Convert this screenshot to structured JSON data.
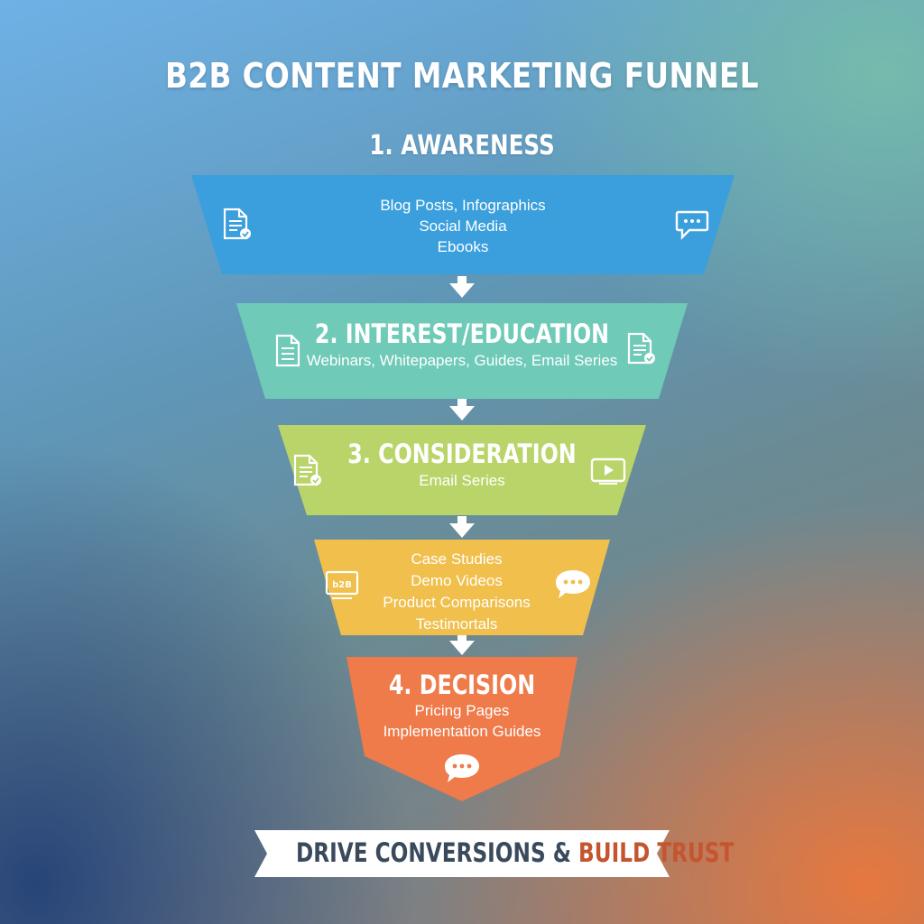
{
  "title": "B2B CONTENT MARKETING FUNNEL",
  "colors": {
    "awareness": "#3a9fdc",
    "interest": "#6fcab8",
    "consideration": "#b9d468",
    "consideration_b": "#f0bf4c",
    "decision": "#ef7a4a"
  },
  "stages": {
    "awareness": {
      "heading": "1. AWARENESS",
      "lines": [
        "Blog Posts, Infographics",
        "Social Media",
        "Ebooks"
      ],
      "icons": [
        "document-check-icon",
        "chat-bubble-icon"
      ]
    },
    "interest": {
      "heading": "2. INTEREST/EDUCATION",
      "lines": [
        "Webinars, Whitepapers, Guides, Email Series"
      ],
      "icons": [
        "document-icon",
        "document-check-icon"
      ]
    },
    "consideration": {
      "heading": "3. CONSIDERATION",
      "lines": [
        "Email Series"
      ],
      "icons": [
        "document-check-icon",
        "video-play-icon"
      ]
    },
    "consideration_detail": {
      "lines": [
        "Case Studies",
        "Demo Videos",
        "Product Comparisons",
        "Testimortals"
      ],
      "icons": [
        "b2b-monitor-icon",
        "chat-bubble-icon"
      ]
    },
    "decision": {
      "heading": "4. DECISION",
      "lines": [
        "Pricing Pages",
        "Implementation Guides"
      ],
      "icons": [
        "chat-bubble-icon"
      ]
    }
  },
  "banner": {
    "text_part1": "DRIVE CONVERSIONS",
    "text_amp": " & ",
    "text_part2": "BUILD TRUST",
    "color_dark": "#3a4a5c",
    "color_accent": "#c4552f"
  }
}
